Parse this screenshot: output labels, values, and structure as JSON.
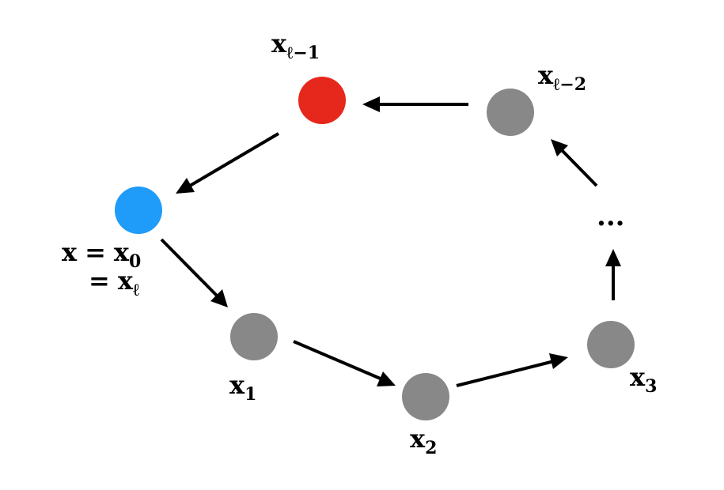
{
  "colors": {
    "start": "#1f9bfa",
    "end": "#e6271b",
    "node": "#888888",
    "arrow": "#000000"
  },
  "labels": {
    "x_l_minus_1": {
      "base": "x",
      "sub": "ℓ−1"
    },
    "x_l_minus_2": {
      "base": "x",
      "sub": "ℓ−2"
    },
    "x0_line1": {
      "lhs": "x",
      "eq": "=",
      "base": "x",
      "sub": "0"
    },
    "x0_line2": {
      "eq": "=",
      "base": "x",
      "sub": "ℓ"
    },
    "x1": {
      "base": "x",
      "sub": "1"
    },
    "x2": {
      "base": "x",
      "sub": "2"
    },
    "x3": {
      "base": "x",
      "sub": "3"
    },
    "ellipsis": "..."
  }
}
